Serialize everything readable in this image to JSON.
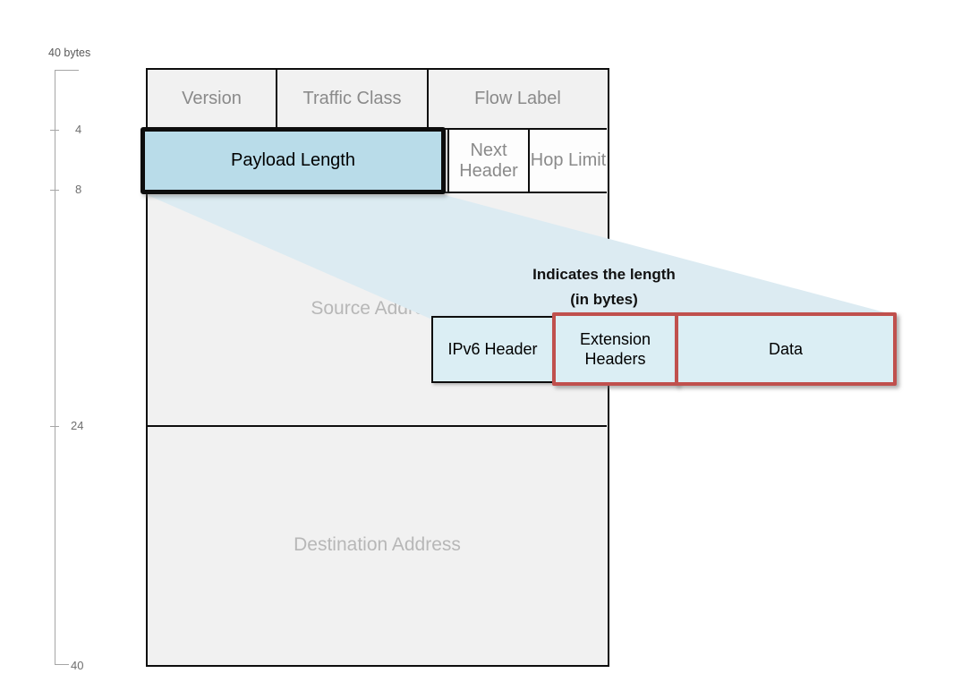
{
  "axis": {
    "unit_label": "40 bytes",
    "ticks": [
      "4",
      "8",
      "24",
      "40"
    ]
  },
  "ipv6_header_table": {
    "version": "Version",
    "traffic_class": "Traffic Class",
    "flow_label": "Flow Label",
    "payload_length": "Payload Length",
    "next_header": "Next Header",
    "hop_limit": "Hop Limit",
    "source_address": "Source Address",
    "destination_address": "Destination Address"
  },
  "callout": {
    "note_line1": "Indicates the length",
    "note_line2": "(in bytes)",
    "packet_boxes": {
      "ipv6_header": "IPv6 Header",
      "extension_headers": "Extension Headers",
      "data": "Data"
    }
  },
  "colors": {
    "highlight_fill": "#b9dce9",
    "packet_box_fill": "#dbeef4",
    "beam_fill": "#dcebf2",
    "red_border": "#c0504d",
    "cell_fill": "#f1f1f1",
    "cell_text": "#8a8a8a",
    "address_text": "#b7b7b7",
    "axis_line": "#a6a6a6",
    "axis_text": "#595959"
  }
}
